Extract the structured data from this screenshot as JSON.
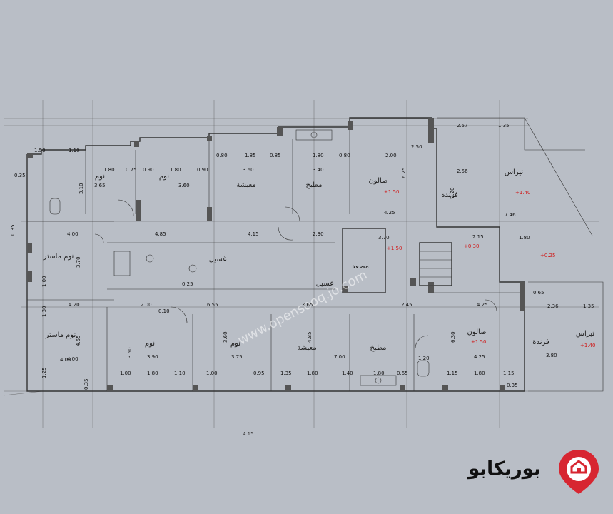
{
  "plan": {
    "rooms_top": [
      {
        "id": "bedroom-1",
        "name": "نوم"
      },
      {
        "id": "bedroom-2",
        "name": "نوم"
      },
      {
        "id": "living-1",
        "name": "معيشة"
      },
      {
        "id": "kitchen-1",
        "name": "مطبخ"
      },
      {
        "id": "salon-1",
        "name": "صالون"
      },
      {
        "id": "veranda-1",
        "name": "فرندة"
      },
      {
        "id": "terrace-1",
        "name": "تيراس"
      },
      {
        "id": "master-1",
        "name": "نوم ماستر"
      }
    ],
    "rooms_bottom": [
      {
        "id": "master-2",
        "name": "نوم ماستر"
      },
      {
        "id": "bedroom-3",
        "name": "نوم"
      },
      {
        "id": "bedroom-4",
        "name": "نوم"
      },
      {
        "id": "living-2",
        "name": "معيشة"
      },
      {
        "id": "kitchen-2",
        "name": "مطبخ"
      },
      {
        "id": "salon-2",
        "name": "صالون"
      },
      {
        "id": "veranda-2",
        "name": "فرندة"
      },
      {
        "id": "terrace-2",
        "name": "تيراس"
      }
    ],
    "core": {
      "elevator": "مصعد",
      "wash": "غسيل",
      "wash_2": "غسيل"
    },
    "levels": [
      "+1.50",
      "+1.40",
      "+1.50",
      "+0.30",
      "+0.25",
      "+1.50",
      "+1.40"
    ],
    "dims_top": [
      "1.50",
      "1.10",
      "1.80",
      "0.75",
      "0.90",
      "1.80",
      "0.90",
      "0.80",
      "1.85",
      "0.85",
      "1.80",
      "0.80",
      "2.00",
      "2.50",
      "2.57",
      "1.35"
    ],
    "dims_mid": [
      "4.00",
      "4.85",
      "4.15",
      "2.30",
      "3.70",
      "2.15",
      "1.80",
      "0.35",
      "0.25",
      "0.65"
    ],
    "dims_inner_top": [
      "3.65",
      "3.60",
      "3.60",
      "3.40",
      "2.56",
      "7.46",
      "4.25"
    ],
    "dims_inner_bottom": [
      "4.00",
      "3.90",
      "3.75",
      "7.00",
      "4.25",
      "3.80",
      "2.36",
      "1.35"
    ],
    "dims_lower": [
      "4.20",
      "2.00",
      "6.55",
      "3.65",
      "2.45",
      "4.25",
      "0.10"
    ],
    "dims_bottom": [
      "4.00",
      "1.00",
      "1.80",
      "1.10",
      "1.00",
      "0.95",
      "1.35",
      "1.80",
      "1.40",
      "1.80",
      "0.65",
      "1.20",
      "1.15",
      "1.80",
      "1.15",
      "0.35"
    ],
    "dims_vertical": [
      "0.35",
      "3.70",
      "1.00",
      "1.30",
      "4.55",
      "1.25",
      "3.10",
      "3.20",
      "4.85",
      "6.30",
      "6.25",
      "3.60",
      "3.50",
      "0.35"
    ],
    "footnote": "4.15"
  },
  "watermark": "www.opensooq.jo.com",
  "brand": {
    "logo_text": "بوريكابو",
    "accent": "#d72631"
  },
  "colors": {
    "background": "#b9bec6",
    "walls": "#555555",
    "level_marks": "#d01818"
  }
}
